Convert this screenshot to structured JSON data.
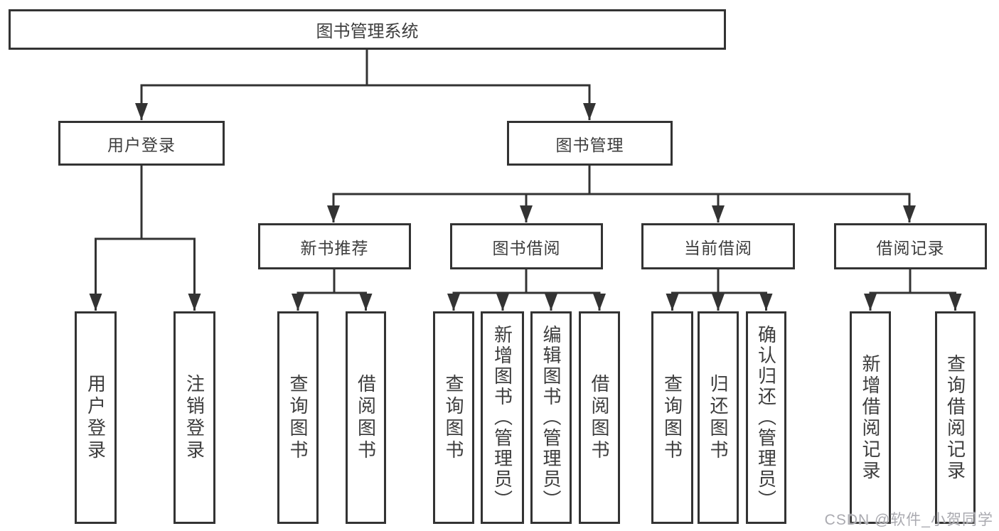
{
  "diagram": {
    "title": "图书管理系统",
    "level2": {
      "user_login": "用户登录",
      "book_management": "图书管理"
    },
    "level3": {
      "new_book_recommend": "新书推荐",
      "book_borrow": "图书借阅",
      "current_borrow": "当前借阅",
      "borrow_records": "借阅记录"
    },
    "leaves": {
      "user_login": "用户登录",
      "logout": "注销登录",
      "recommend_query_books": "查询图书",
      "recommend_borrow_books": "借阅图书",
      "borrow_query_books": "查询图书",
      "borrow_add_books_admin": "新增图书（管理员）",
      "borrow_edit_books_admin": "编辑图书（管理员）",
      "borrow_borrow_books": "借阅图书",
      "current_query_books": "查询图书",
      "current_return_books": "归还图书",
      "current_confirm_return_admin": "确认归还（管理员）",
      "records_add_record": "新增借阅记录",
      "records_query_record": "查询借阅记录"
    },
    "watermark": "CSDN @软件_小贺同学",
    "colors": {
      "line": "#333333",
      "text": "#3d3d3d",
      "watermark": "#aaaab0",
      "background": "#ffffff"
    }
  }
}
